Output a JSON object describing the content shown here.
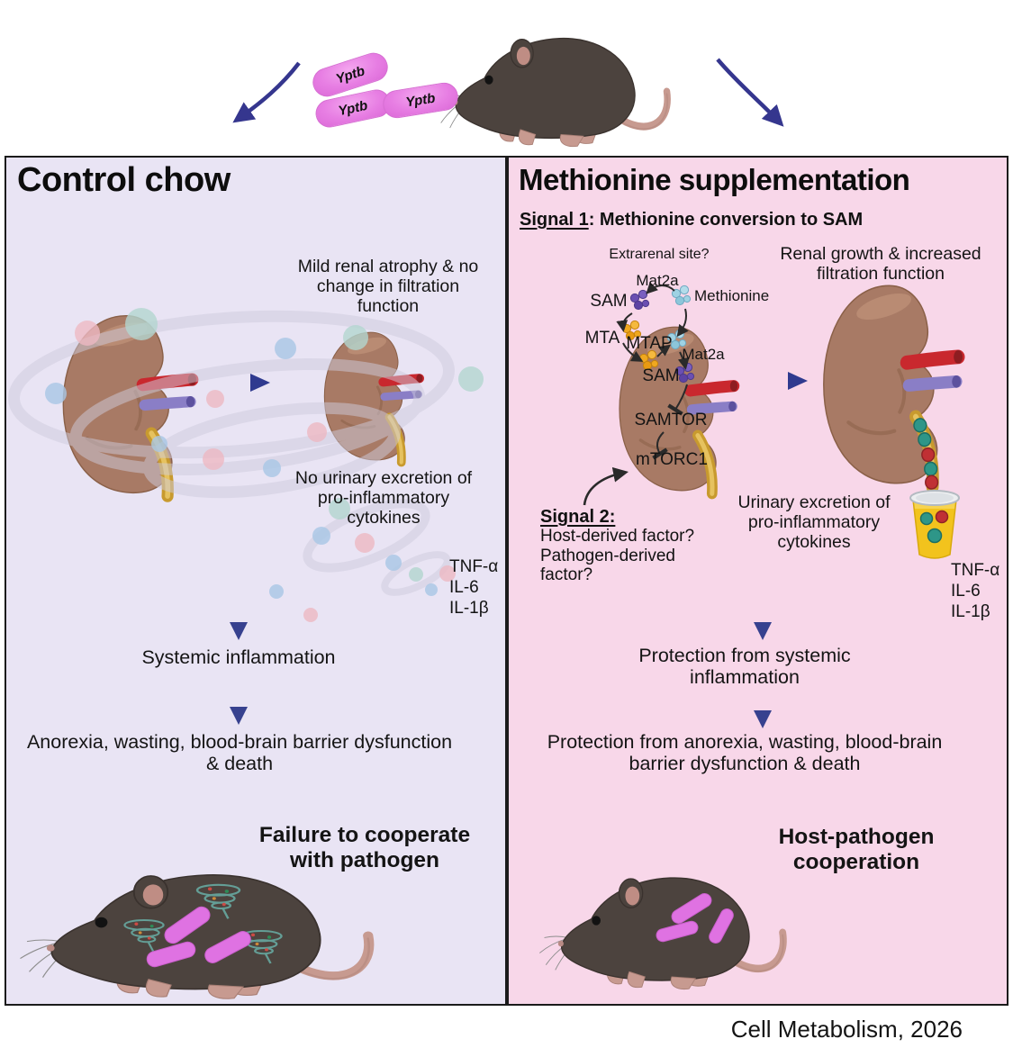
{
  "header": {
    "bacteria_labels": [
      "Yptb",
      "Yptb",
      "Yptb"
    ]
  },
  "left_panel": {
    "title": "Control chow",
    "renal_text": "Mild renal atrophy & no change in filtration function",
    "urinary_text": "No urinary excretion of pro-inflammatory cytokines",
    "cytokines": [
      "TNF-α",
      "IL-6",
      "IL-1β"
    ],
    "systemic_text": "Systemic inflammation",
    "outcome_text": "Anorexia, wasting, blood-brain barrier dysfunction & death",
    "conclusion_text": "Failure to cooperate with pathogen"
  },
  "right_panel": {
    "title": "Methionine supplementation",
    "signal1_label": "Signal 1",
    "signal1_rest": ": Methionine conversion to SAM",
    "extrarenal_text": "Extrarenal site?",
    "renal_text": "Renal growth & increased filtration function",
    "pathway": {
      "mat2a_top": "Mat2a",
      "sam_top": "SAM",
      "methionine": "Methionine",
      "mta": "MTA",
      "mtap": "MTAP",
      "mat2a_inner": "Mat2a",
      "sam_inner": "SAM",
      "samtor": "SAMTOR",
      "mtorc1": "mTORC1"
    },
    "signal2_label": "Signal 2:",
    "signal2_lines": [
      "Host-derived factor?",
      "Pathogen-derived",
      "factor?"
    ],
    "urinary_text": "Urinary excretion of pro-inflammatory cytokines",
    "cytokines": [
      "TNF-α",
      "IL-6",
      "IL-1β"
    ],
    "systemic_text": "Protection from systemic inflammation",
    "outcome_text": "Protection from anorexia, wasting, blood-brain barrier dysfunction & death",
    "conclusion_text": "Host-pathogen cooperation"
  },
  "footer": {
    "citation": "Cell Metabolism, 2026"
  },
  "colors": {
    "left_panel_bg": "#e9e4f4",
    "right_panel_bg": "#f8d7e9",
    "arrow_blue": "#35368e",
    "bacteria_pink": "#e77ee3",
    "kidney_brown": "#a87a65",
    "artery_red": "#c9282e",
    "vein_purple": "#8a7ec6",
    "ureter_yellow": "#cda23b",
    "urine_yellow": "#f2c31d",
    "cytokine_teal": "#2e9688",
    "cytokine_red": "#c03034",
    "sam_purple": "#6b4fb2",
    "methionine_blue": "#9fd2e3",
    "mta_orange": "#f0a81f"
  }
}
